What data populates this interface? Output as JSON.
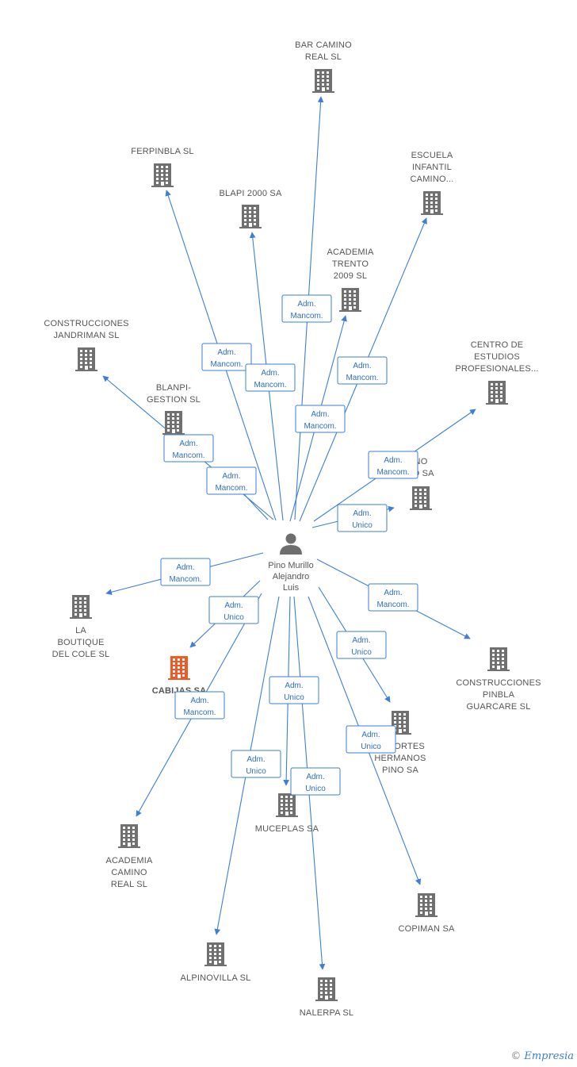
{
  "colors": {
    "edge": "#3d7fd6",
    "building": "#707070",
    "building_highlight": "#f05a28",
    "person": "#6e6e6e"
  },
  "person": {
    "name_lines": [
      "Pino Murillo",
      "Alejandro",
      "Luis"
    ],
    "icon": "person-icon"
  },
  "companies": [
    {
      "id": "bar-camino-real",
      "lines": [
        "BAR CAMINO",
        "REAL SL"
      ],
      "icon": "building-icon"
    },
    {
      "id": "ferpinbla",
      "lines": [
        "FERPINBLA  SL"
      ],
      "icon": "building-icon"
    },
    {
      "id": "escuela-infantil",
      "lines": [
        "ESCUELA",
        "INFANTIL",
        "CAMINO..."
      ],
      "icon": "building-icon"
    },
    {
      "id": "blapi-2000",
      "lines": [
        "BLAPI 2000 SA"
      ],
      "icon": "building-icon"
    },
    {
      "id": "academia-trento",
      "lines": [
        "ACADEMIA",
        "TRENTO",
        "2009 SL"
      ],
      "icon": "building-icon"
    },
    {
      "id": "construcciones-jandriman",
      "lines": [
        "CONSTRUCCIONES",
        "JANDRIMAN SL"
      ],
      "icon": "building-icon"
    },
    {
      "id": "centro-estudios",
      "lines": [
        "CENTRO DE",
        "ESTUDIOS",
        "PROFESIONALES..."
      ],
      "icon": "building-icon"
    },
    {
      "id": "blanpi-gestion",
      "lines": [
        "BLANPI-",
        "GESTION SL"
      ],
      "icon": "building-icon"
    },
    {
      "id": "no-lo-sa",
      "lines": [
        "NO",
        "LO SA"
      ],
      "icon": "building-icon"
    },
    {
      "id": "la-boutique",
      "lines": [
        "LA",
        "BOUTIQUE",
        "DEL COLE SL"
      ],
      "icon": "building-icon"
    },
    {
      "id": "cabijas",
      "lines": [
        "CABIJAS SA"
      ],
      "icon": "building-icon",
      "highlight": true
    },
    {
      "id": "construcciones-pinbla",
      "lines": [
        "CONSTRUCCIONES",
        "PINBLA",
        "GUARCARE SL"
      ],
      "icon": "building-icon"
    },
    {
      "id": "transportes-hermanos",
      "lines": [
        "NSPORTES",
        "HERMANOS",
        "PINO SA"
      ],
      "icon": "building-icon"
    },
    {
      "id": "muceplas",
      "lines": [
        "MUCEPLAS SA"
      ],
      "icon": "building-icon"
    },
    {
      "id": "academia-camino-real",
      "lines": [
        "ACADEMIA",
        "CAMINO",
        "REAL SL"
      ],
      "icon": "building-icon"
    },
    {
      "id": "copiman",
      "lines": [
        "COPIMAN SA"
      ],
      "icon": "building-icon"
    },
    {
      "id": "alpinovilla",
      "lines": [
        "ALPINOVILLA SL"
      ],
      "icon": "building-icon"
    },
    {
      "id": "nalerpa",
      "lines": [
        "NALERPA SL"
      ],
      "icon": "building-icon"
    }
  ],
  "relations": [
    {
      "to": "bar-camino-real",
      "lines": [
        "Adm.",
        "Mancom."
      ]
    },
    {
      "to": "ferpinbla",
      "lines": [
        "Adm.",
        "Mancom."
      ]
    },
    {
      "to": "blapi-2000",
      "lines": [
        "Adm.",
        "Mancom."
      ]
    },
    {
      "to": "escuela-infantil",
      "lines": [
        "Adm.",
        "Mancom."
      ]
    },
    {
      "to": "academia-trento",
      "lines": [
        "Adm.",
        "Mancom."
      ]
    },
    {
      "to": "construcciones-jandriman",
      "lines": [
        "Adm.",
        "Mancom."
      ]
    },
    {
      "to": "blanpi-gestion",
      "lines": [
        "Adm.",
        "Mancom."
      ]
    },
    {
      "to": "centro-estudios",
      "lines": [
        "Adm.",
        "Mancom."
      ]
    },
    {
      "to": "no-lo-sa",
      "lines": [
        "Adm.",
        "Unico"
      ]
    },
    {
      "to": "la-boutique",
      "lines": [
        "Adm.",
        "Mancom."
      ]
    },
    {
      "to": "cabijas",
      "lines": [
        "Adm.",
        "Unico"
      ]
    },
    {
      "to": "construcciones-pinbla",
      "lines": [
        "Adm.",
        "Mancom."
      ]
    },
    {
      "to": "transportes-hermanos",
      "lines": [
        "Adm.",
        "Unico"
      ]
    },
    {
      "to": "muceplas",
      "lines": [
        "Adm.",
        "Unico"
      ]
    },
    {
      "to": "academia-camino-real",
      "lines": [
        "Adm.",
        "Mancom."
      ]
    },
    {
      "to": "copiman",
      "lines": [
        "Adm.",
        "Unico"
      ]
    },
    {
      "to": "alpinovilla",
      "lines": [
        "Adm.",
        "Unico"
      ]
    },
    {
      "to": "nalerpa",
      "lines": [
        "Adm.",
        "Unico"
      ]
    }
  ],
  "watermark": {
    "copyright": "©",
    "brand": "Empresia"
  }
}
